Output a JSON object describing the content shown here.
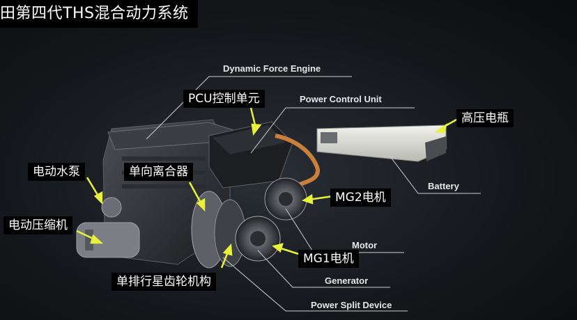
{
  "title": "田第四代THS混合动力系统",
  "labels_cn": {
    "pcu": "PCU控制单元",
    "battery_hv": "高压电瓶",
    "water_pump": "电动水泵",
    "one_way_clutch": "单向离合器",
    "mg2": "MG2电机",
    "compressor": "电动压缩机",
    "mg1": "MG1电机",
    "planetary": "单排行星齿轮机构"
  },
  "labels_en": {
    "engine": "Dynamic Force Engine",
    "pcu": "Power Control Unit",
    "battery": "Battery",
    "motor": "Motor",
    "generator": "Generator",
    "psd": "Power Split Device"
  },
  "colors": {
    "arrow": "#e9f23a",
    "leader": "#cfcfcf",
    "label_bg": "#000000"
  }
}
